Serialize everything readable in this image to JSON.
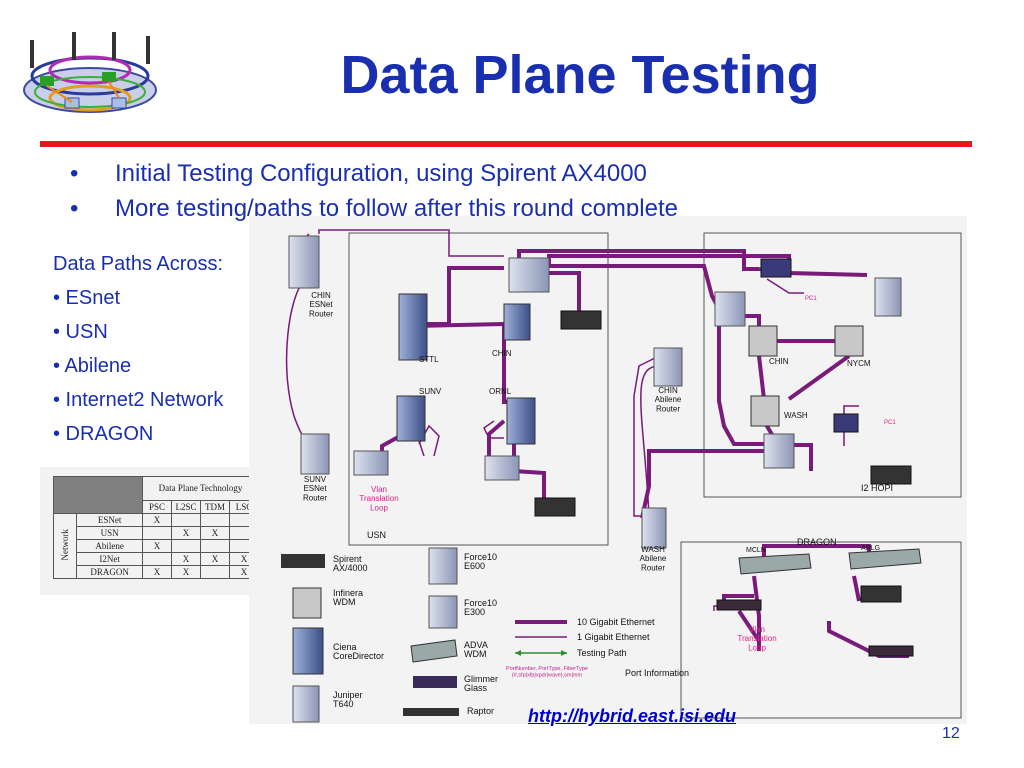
{
  "title": "Data Plane Testing",
  "bullets": [
    "Initial Testing Configuration, using Spirent AX4000",
    "More testing/paths to follow after this round complete"
  ],
  "bullet_marker": "•",
  "data_paths": {
    "heading": "Data Paths Across:",
    "items": [
      "• ESnet",
      "• USN",
      "• Abilene",
      "• Internet2 Network",
      "• DRAGON"
    ]
  },
  "tech_table": {
    "header": "Data Plane Technology",
    "row_group_label": "Network",
    "columns": [
      "PSC",
      "L2SC",
      "TDM",
      "LSC"
    ],
    "rows": [
      {
        "name": "ESNet",
        "cells": [
          "X",
          "",
          "",
          ""
        ]
      },
      {
        "name": "USN",
        "cells": [
          "",
          "X",
          "X",
          ""
        ]
      },
      {
        "name": "Abilene",
        "cells": [
          "X",
          "",
          "",
          ""
        ]
      },
      {
        "name": "I2Net",
        "cells": [
          "",
          "X",
          "X",
          "X"
        ]
      },
      {
        "name": "DRAGON",
        "cells": [
          "X",
          "X",
          "",
          "X"
        ]
      }
    ]
  },
  "diagram": {
    "labels": {
      "chin_esnet": "CHIN\nESNet\nRouter",
      "sunv_esnet": "SUNV\nESNet\nRouter",
      "vlan_loop_left": "Vlan\nTranslation\nLoop",
      "usn": "USN",
      "sttl": "STTL",
      "chin_usn": "CHIN",
      "sunv": "SUNV",
      "ornl": "ORNL",
      "chin_abilene": "CHIN\nAbilene\nRouter",
      "wash_abilene": "WASH\nAbilene\nRouter",
      "pc1_top": "PC1",
      "pc1_mid": "PC1",
      "chin_hopi": "CHIN",
      "nycm": "NYCM",
      "wash": "WASH",
      "i2_hopi": "I2 HOPI",
      "dragon": "DRAGON",
      "mcln": "MCLN",
      "arlg": "ARLG",
      "vlan_loop_right": "Vlan\nTranslation\nLoop"
    },
    "legend": {
      "devices": [
        {
          "label": "Spirent\nAX/4000",
          "icon": "spirent-icon"
        },
        {
          "label": "Infinera\nWDM",
          "icon": "infinera-icon"
        },
        {
          "label": "Ciena\nCoreDirector",
          "icon": "ciena-icon"
        },
        {
          "label": "Juniper\nT640",
          "icon": "juniper-icon"
        },
        {
          "label": "Force10\nE600",
          "icon": "force10-e600-icon"
        },
        {
          "label": "Force10\nE300",
          "icon": "force10-e300-icon"
        },
        {
          "label": "ADVA\nWDM",
          "icon": "adva-icon"
        },
        {
          "label": "Glimmer\nGlass",
          "icon": "glimmerglass-icon"
        },
        {
          "label": "Raptor",
          "icon": "raptor-icon"
        }
      ],
      "line_10g": "10 Gigabit Ethernet",
      "line_1g": "1 Gigabit Ethernet",
      "testing_path": "Testing Path",
      "port_format": "PortNumber, PortType, FiberType\n(#,sfp|xfp|xpdr|wave),sm|mm",
      "port_information": "Port Information"
    }
  },
  "url": "http://hybrid.east.isi.edu",
  "page_number": "12",
  "colors": {
    "title": "#1a2fb0",
    "rule": "#e8171a",
    "link_purple": "#7a1a7a",
    "testing_green": "#2f8f2f",
    "pc_label": "#e0208a"
  }
}
